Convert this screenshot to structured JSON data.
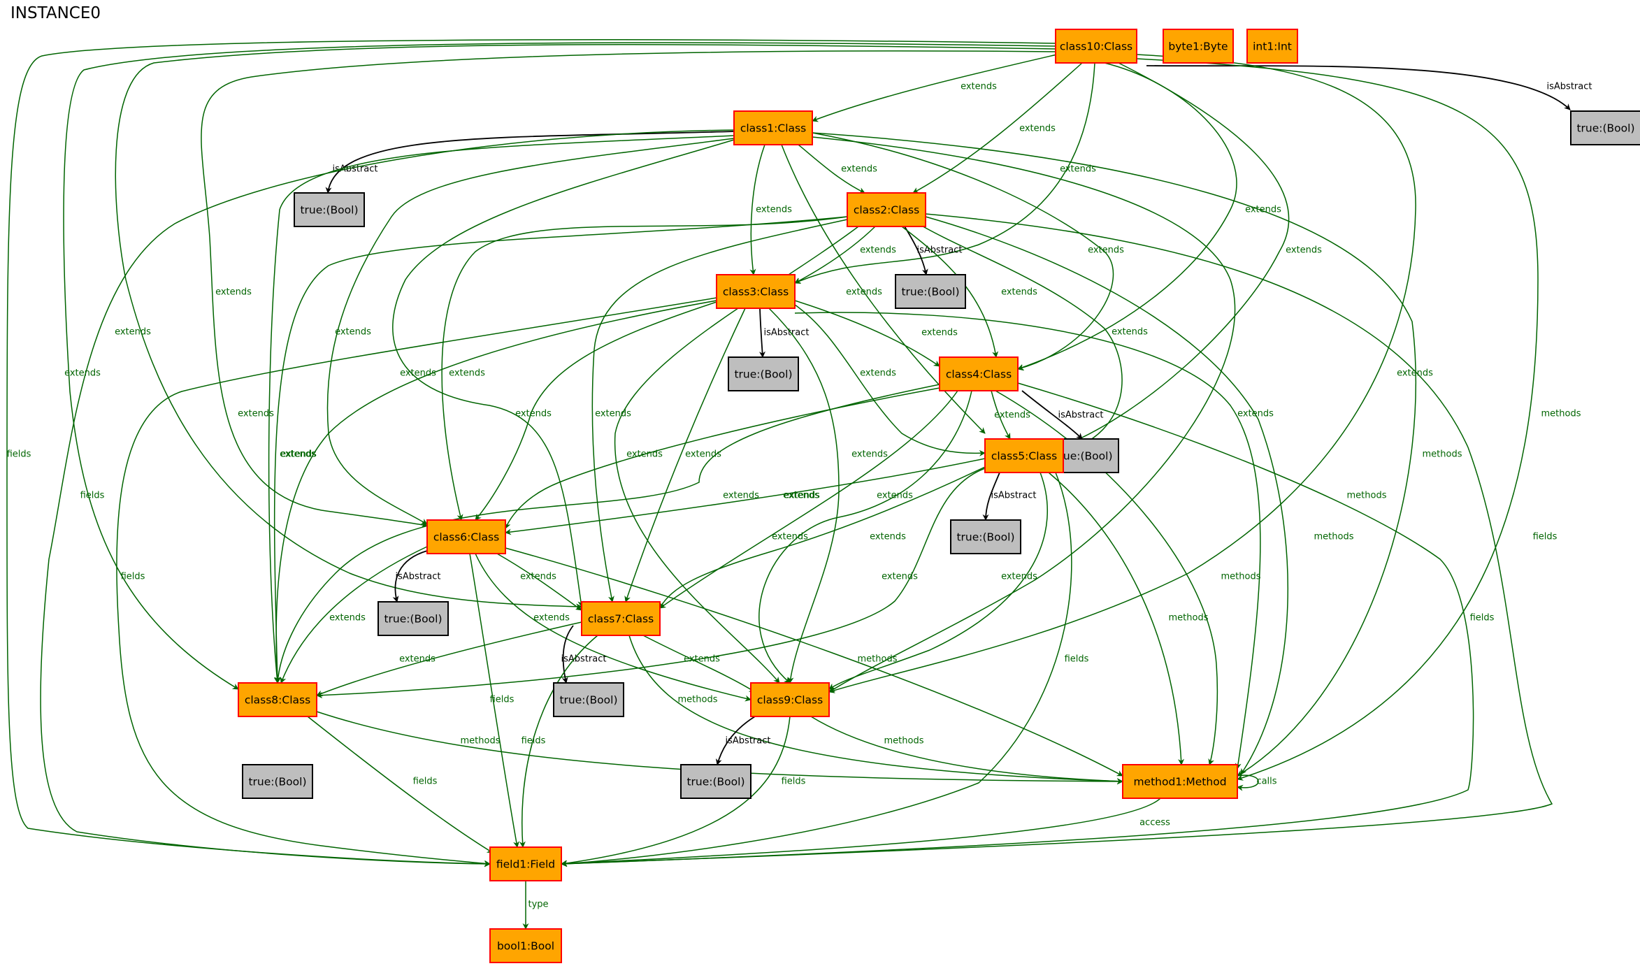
{
  "title": "INSTANCE0",
  "colors": {
    "node_fill": "#ffa500",
    "node_stroke": "#ff0000",
    "bool_fill": "#bebebe",
    "bool_stroke": "#000000",
    "edge_green": "#006400",
    "edge_black": "#000000"
  },
  "nodes": [
    {
      "id": "class10",
      "label": "class10:Class",
      "kind": "class"
    },
    {
      "id": "byte1",
      "label": "byte1:Byte",
      "kind": "class"
    },
    {
      "id": "int1",
      "label": "int1:Int",
      "kind": "class"
    },
    {
      "id": "tb10",
      "label": "true:(Bool)",
      "kind": "bool"
    },
    {
      "id": "class1",
      "label": "class1:Class",
      "kind": "class"
    },
    {
      "id": "tb1",
      "label": "true:(Bool)",
      "kind": "bool"
    },
    {
      "id": "class2",
      "label": "class2:Class",
      "kind": "class"
    },
    {
      "id": "tb2",
      "label": "true:(Bool)",
      "kind": "bool"
    },
    {
      "id": "class3",
      "label": "class3:Class",
      "kind": "class"
    },
    {
      "id": "tb3",
      "label": "true:(Bool)",
      "kind": "bool"
    },
    {
      "id": "class4",
      "label": "class4:Class",
      "kind": "class"
    },
    {
      "id": "tb4",
      "label": "true:(Bool)",
      "kind": "bool"
    },
    {
      "id": "class5",
      "label": "class5:Class",
      "kind": "class"
    },
    {
      "id": "tb5",
      "label": "true:(Bool)",
      "kind": "bool"
    },
    {
      "id": "class6",
      "label": "class6:Class",
      "kind": "class"
    },
    {
      "id": "tb6",
      "label": "true:(Bool)",
      "kind": "bool"
    },
    {
      "id": "class7",
      "label": "class7:Class",
      "kind": "class"
    },
    {
      "id": "tb7",
      "label": "true:(Bool)",
      "kind": "bool"
    },
    {
      "id": "class8",
      "label": "class8:Class",
      "kind": "class"
    },
    {
      "id": "tb8",
      "label": "true:(Bool)",
      "kind": "bool"
    },
    {
      "id": "class9",
      "label": "class9:Class",
      "kind": "class"
    },
    {
      "id": "tb9",
      "label": "true:(Bool)",
      "kind": "bool"
    },
    {
      "id": "method1",
      "label": "method1:Method",
      "kind": "class"
    },
    {
      "id": "field1",
      "label": "field1:Field",
      "kind": "class"
    },
    {
      "id": "bool1",
      "label": "bool1:Bool",
      "kind": "class"
    }
  ],
  "edges": [
    {
      "from": "class10",
      "to": "tb10",
      "label": "isAbstract"
    },
    {
      "from": "class10",
      "to": "class1",
      "label": "extends"
    },
    {
      "from": "class10",
      "to": "class2",
      "label": "extends"
    },
    {
      "from": "class10",
      "to": "class3",
      "label": "extends"
    },
    {
      "from": "class10",
      "to": "class4",
      "label": "extends"
    },
    {
      "from": "class10",
      "to": "class5",
      "label": "extends"
    },
    {
      "from": "class10",
      "to": "class6",
      "label": "extends"
    },
    {
      "from": "class10",
      "to": "class7",
      "label": "extends"
    },
    {
      "from": "class10",
      "to": "class8",
      "label": "extends"
    },
    {
      "from": "class10",
      "to": "class9",
      "label": "extends"
    },
    {
      "from": "class10",
      "to": "method1",
      "label": "methods"
    },
    {
      "from": "class10",
      "to": "field1",
      "label": "fields"
    },
    {
      "from": "class1",
      "to": "tb1",
      "label": "isAbstract"
    },
    {
      "from": "class1",
      "to": "class2",
      "label": "extends"
    },
    {
      "from": "class1",
      "to": "class3",
      "label": "extends"
    },
    {
      "from": "class1",
      "to": "class4",
      "label": "extends"
    },
    {
      "from": "class1",
      "to": "class5",
      "label": "extends"
    },
    {
      "from": "class1",
      "to": "class6",
      "label": "extends"
    },
    {
      "from": "class1",
      "to": "class7",
      "label": "extends"
    },
    {
      "from": "class1",
      "to": "class8",
      "label": "extends"
    },
    {
      "from": "class1",
      "to": "class9",
      "label": "extends"
    },
    {
      "from": "class1",
      "to": "method1",
      "label": "methods"
    },
    {
      "from": "class1",
      "to": "field1",
      "label": "fields"
    },
    {
      "from": "class2",
      "to": "tb2",
      "label": "isAbstract"
    },
    {
      "from": "class2",
      "to": "class3",
      "label": "extends"
    },
    {
      "from": "class2",
      "to": "class4",
      "label": "extends"
    },
    {
      "from": "class2",
      "to": "class5",
      "label": "extends"
    },
    {
      "from": "class2",
      "to": "class6",
      "label": "extends"
    },
    {
      "from": "class2",
      "to": "class7",
      "label": "extends"
    },
    {
      "from": "class2",
      "to": "class8",
      "label": "extends"
    },
    {
      "from": "class2",
      "to": "class9",
      "label": "extends"
    },
    {
      "from": "class2",
      "to": "method1",
      "label": "methods"
    },
    {
      "from": "class2",
      "to": "field1",
      "label": "fields"
    },
    {
      "from": "class3",
      "to": "tb3",
      "label": "isAbstract"
    },
    {
      "from": "class3",
      "to": "class4",
      "label": "extends"
    },
    {
      "from": "class3",
      "to": "class5",
      "label": "extends"
    },
    {
      "from": "class3",
      "to": "class6",
      "label": "extends"
    },
    {
      "from": "class3",
      "to": "class7",
      "label": "extends"
    },
    {
      "from": "class3",
      "to": "class8",
      "label": "extends"
    },
    {
      "from": "class3",
      "to": "class9",
      "label": "extends"
    },
    {
      "from": "class3",
      "to": "method1",
      "label": "methods"
    },
    {
      "from": "class3",
      "to": "field1",
      "label": "fields"
    },
    {
      "from": "class4",
      "to": "tb4",
      "label": "isAbstract"
    },
    {
      "from": "class4",
      "to": "class5",
      "label": "extends"
    },
    {
      "from": "class4",
      "to": "class6",
      "label": "extends"
    },
    {
      "from": "class4",
      "to": "class7",
      "label": "extends"
    },
    {
      "from": "class4",
      "to": "class8",
      "label": "extends"
    },
    {
      "from": "class4",
      "to": "class9",
      "label": "extends"
    },
    {
      "from": "class4",
      "to": "method1",
      "label": "methods"
    },
    {
      "from": "class4",
      "to": "field1",
      "label": "fields"
    },
    {
      "from": "class5",
      "to": "tb5",
      "label": "isAbstract"
    },
    {
      "from": "class5",
      "to": "class6",
      "label": "extends"
    },
    {
      "from": "class5",
      "to": "class7",
      "label": "extends"
    },
    {
      "from": "class5",
      "to": "class8",
      "label": "extends"
    },
    {
      "from": "class5",
      "to": "class9",
      "label": "extends"
    },
    {
      "from": "class5",
      "to": "method1",
      "label": "methods"
    },
    {
      "from": "class5",
      "to": "field1",
      "label": "fields"
    },
    {
      "from": "class6",
      "to": "tb6",
      "label": "isAbstract"
    },
    {
      "from": "class6",
      "to": "class7",
      "label": "extends"
    },
    {
      "from": "class6",
      "to": "class8",
      "label": "extends"
    },
    {
      "from": "class6",
      "to": "class9",
      "label": "extends"
    },
    {
      "from": "class6",
      "to": "method1",
      "label": "methods"
    },
    {
      "from": "class6",
      "to": "field1",
      "label": "fields"
    },
    {
      "from": "class7",
      "to": "tb7",
      "label": "isAbstract"
    },
    {
      "from": "class7",
      "to": "class8",
      "label": "extends"
    },
    {
      "from": "class7",
      "to": "class9",
      "label": "extends"
    },
    {
      "from": "class7",
      "to": "method1",
      "label": "methods"
    },
    {
      "from": "class7",
      "to": "field1",
      "label": "fields"
    },
    {
      "from": "class8",
      "to": "tb8",
      "label": "isAbstract"
    },
    {
      "from": "class8",
      "to": "method1",
      "label": "methods"
    },
    {
      "from": "class8",
      "to": "field1",
      "label": "fields"
    },
    {
      "from": "class9",
      "to": "tb9",
      "label": "isAbstract"
    },
    {
      "from": "class9",
      "to": "method1",
      "label": "methods"
    },
    {
      "from": "class9",
      "to": "field1",
      "label": "fields"
    },
    {
      "from": "method1",
      "to": "method1",
      "label": "calls"
    },
    {
      "from": "method1",
      "to": "field1",
      "label": "access"
    },
    {
      "from": "field1",
      "to": "bool1",
      "label": "type"
    }
  ]
}
